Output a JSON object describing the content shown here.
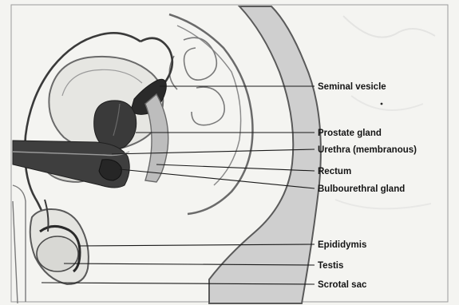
{
  "labels": {
    "seminal_vesicle": "Seminal vesicle",
    "prostate_gland": "Prostate gland",
    "urethra_membranous": "Urethra (membranous)",
    "rectum": "Rectum",
    "bulbourethral_gland": "Bulbourethral gland",
    "epididymis": "Epididymis",
    "testis": "Testis",
    "scrotal_sac": "Scrotal sac"
  }
}
